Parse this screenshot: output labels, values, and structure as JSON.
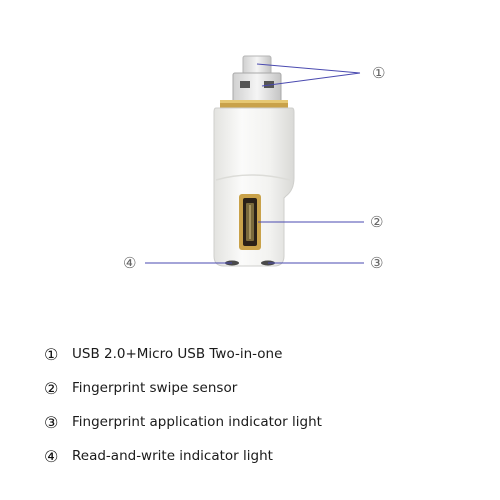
{
  "diagram": {
    "callouts": [
      "①",
      "②",
      "③",
      "④"
    ]
  },
  "legend": [
    {
      "marker": "①",
      "text": "USB 2.0+Micro USB Two-in-one"
    },
    {
      "marker": "②",
      "text": "Fingerprint swipe sensor"
    },
    {
      "marker": "③",
      "text": "Fingerprint application indicator light"
    },
    {
      "marker": "④",
      "text": "Read-and-write indicator light"
    }
  ],
  "colors": {
    "leader_line": "#4a4ab0",
    "device_body": "#f4f4f2",
    "gold_accent": "#c9a24a",
    "sensor_dark": "#2a2118"
  }
}
